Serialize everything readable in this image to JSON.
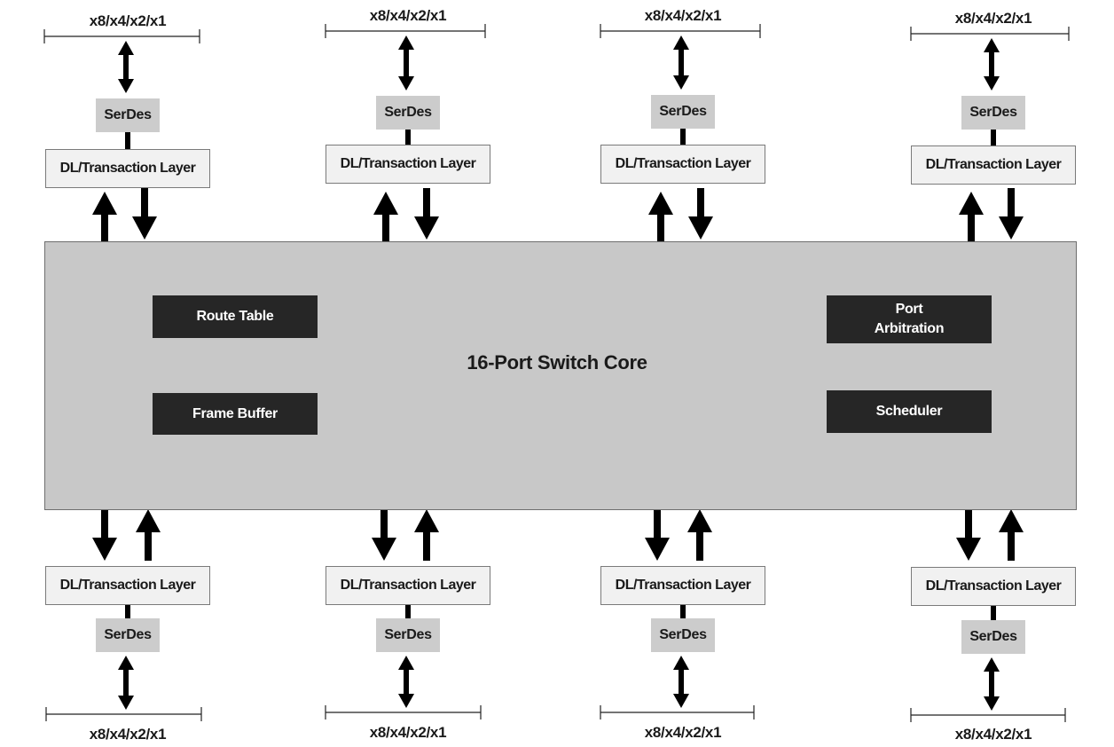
{
  "core": {
    "title": "16-Port Switch Core",
    "blocks": [
      {
        "key": "route-table",
        "label": "Route Table"
      },
      {
        "key": "frame-buffer",
        "label": "Frame Buffer"
      },
      {
        "key": "port-arbitration",
        "label": "Port\nArbitration"
      },
      {
        "key": "scheduler",
        "label": "Scheduler"
      }
    ]
  },
  "ports": {
    "lane_label": "x8/x4/x2/x1",
    "serdes_label": "SerDes",
    "transaction_layer_label": "DL/Transaction Layer"
  },
  "colors": {
    "core_fill": "#c8c8c8",
    "block_fill": "#262626",
    "layer_fill": "#f1f1f1",
    "serdes_fill": "#cccccc",
    "arrow": "#000000"
  }
}
